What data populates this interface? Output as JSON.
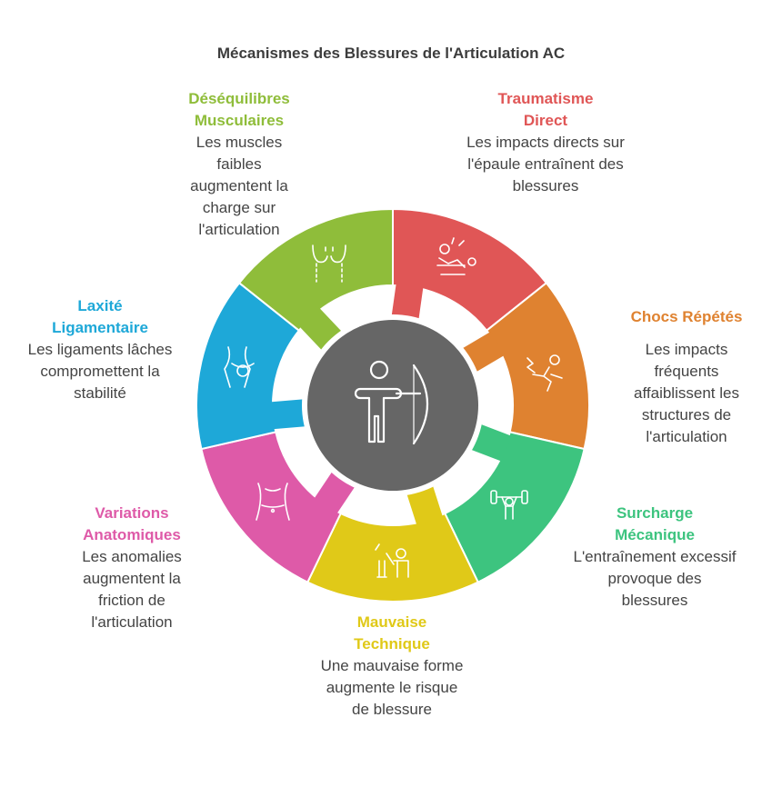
{
  "title": "Mécanismes des Blessures de l'Articulation AC",
  "segments": [
    {
      "id": "traumatisme",
      "title": "Traumatisme Direct",
      "desc": "Les impacts directs sur l'épaule entraînent des blessures",
      "color": "#e05656",
      "icon": "impact-icon"
    },
    {
      "id": "chocs",
      "title": "Chocs Répétés",
      "desc": "Les impacts fréquents affaiblissent les structures de l'articulation",
      "color": "#df8230",
      "icon": "falling-person-icon"
    },
    {
      "id": "surcharge",
      "title": "Surcharge Mécanique",
      "desc": "L'entraînement excessif provoque des blessures",
      "color": "#3dc47f",
      "icon": "weightlifter-icon"
    },
    {
      "id": "technique",
      "title": "Mauvaise Technique",
      "desc": "Une mauvaise forme augmente le risque de blessure",
      "color": "#e0c918",
      "icon": "trainer-icon"
    },
    {
      "id": "variations",
      "title": "Variations Anatomiques",
      "desc": "Les anomalies augmentent la friction de l'articulation",
      "color": "#de5aa8",
      "icon": "waist-icon"
    },
    {
      "id": "laxite",
      "title": "Laxité Ligamentaire",
      "desc": "Les ligaments lâches compromettent la stabilité",
      "color": "#1ea8d8",
      "icon": "knee-joint-icon"
    },
    {
      "id": "desequilibres",
      "title": "Déséquilibres Musculaires",
      "desc": "Les muscles faibles augmentent la charge sur l'articulation",
      "color": "#8fbd3a",
      "icon": "chest-muscles-icon"
    }
  ],
  "center": {
    "color": "#666666",
    "icon": "archer-icon"
  }
}
